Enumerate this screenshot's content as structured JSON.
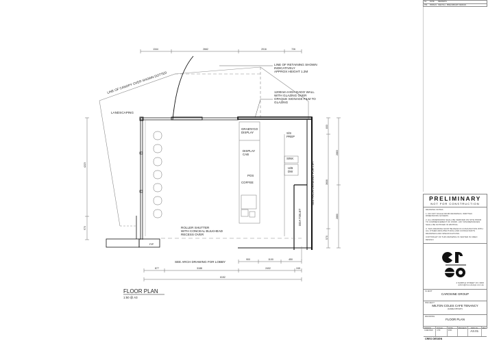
{
  "drawing": {
    "title": "FLOOR PLAN",
    "scale": "1:50 @ A3",
    "dimensions_top": [
      "1344",
      "2662",
      "2016",
      "726"
    ],
    "dimensions_bottom_row1": [
      "900",
      "1100",
      "450"
    ],
    "dimensions_bottom_row2": [
      "877",
      "3188",
      "2402",
      "245"
    ],
    "dimensions_bottom_total": "6152",
    "dimensions_left": [
      "4223",
      "970"
    ],
    "dimensions_right_inner": [
      "833",
      "3606",
      "570"
    ],
    "dimensions_right_outer": [
      "2883",
      "2880"
    ],
    "labels": {
      "retaining": [
        "LINE OF RETAINING SHOWN",
        "INDICATIVELY",
        "APPROX HEIGHT 1.2M"
      ],
      "dado": [
        "1200mm HIGH DADO WALL",
        "WITH GLAZING OVER",
        "OPAQUE SIGNAGE FILM TO",
        "GLAZING"
      ],
      "canopy": "LINE OF CANOPY OVER SHOWN DOTTED",
      "landscaping": "LANDSCAPING",
      "grab_go": [
        "GRAB'N'GO",
        "DISPLAY"
      ],
      "display_cab": [
        "DISPLAY",
        "CAB"
      ],
      "pos": "POS",
      "coffee": "COFFEE",
      "ss_prep": [
        "S/S",
        "PREP"
      ],
      "sink": "SINK",
      "uc_dw": [
        "U/B",
        "DW"
      ],
      "dda_toilet": "DDA TOILET",
      "lift": "SEE ARCH DRAWING FOR LIFT",
      "roller": [
        "ROLLER SHUTTER",
        "WITH CONCEAL BULKHEAD",
        "RECESS OVER"
      ],
      "lobby": "SEE ARCH DRAWING FOR LOBBY",
      "fip": "FIP"
    }
  },
  "title_block": {
    "rev_header": [
      "No",
      "DATE",
      "REMARKS"
    ],
    "rev_row": [
      "P01",
      "05/06/21",
      "SKETCH - PRELIMINARY DESIGN"
    ],
    "stamp_main": "PRELIMINARY",
    "stamp_sub": "NOT FOR CONSTRUCTION",
    "notes_heading": "DRAWING NOTES",
    "notes": [
      "1. DO NOT SCALE FROM DRAWINGS. WRITTEN DIMENSIONS GOVERN.",
      "2. ALL DIMENSIONS SHALL BE VERIFIED ON SITE PRIOR TO COMMENCEMENT OF WORK. ANY DISCREPANCIES SHALL BE NOTIFIED IN WRITING.",
      "3. THIS DRAWING MUST BE READ IN CONJUNCTION WITH ALL OTHER ARCHITECTURAL AND CONSULTANTS DRAWINGS AND SPECIFICATIONS."
    ],
    "copyright": "COPYRIGHT OF THIS DRAWING IS VESTED IN CREO DESIGN",
    "logo": "creo",
    "address": [
      "4 SAMPLE STREET VIC 3000",
      "admin@creo-design.com.au"
    ],
    "client_label": "CLIENT",
    "client": "CAROSINE GROUP",
    "project_label": "PROJECT",
    "project": "MILTON COLES CAFE TENANCY",
    "project_sub": "(CAFE FITOUT)",
    "drawing_label": "DRAWING",
    "drawing_name": "FLOOR PLAN",
    "meta_labels": [
      "DRAWN",
      "CHECKED",
      "SCALE",
      "DATE",
      "PROJECT",
      "DWG No",
      "REV"
    ],
    "meta_values": [
      "CR",
      "AS",
      "1:50",
      "2021",
      "",
      "A3.01",
      "P01"
    ],
    "sheet_no": "A3.01",
    "footer": "CREO DESIGN"
  }
}
